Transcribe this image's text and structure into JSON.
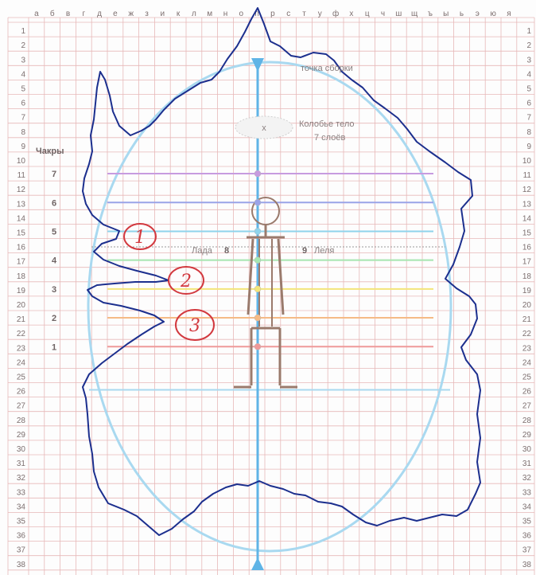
{
  "columns": [
    "а",
    "б",
    "в",
    "г",
    "д",
    "е",
    "ж",
    "з",
    "и",
    "к",
    "л",
    "м",
    "н",
    "о",
    "п",
    "р",
    "с",
    "т",
    "у",
    "ф",
    "х",
    "ц",
    "ч",
    "ш",
    "щ",
    "ъ",
    "ы",
    "ь",
    "э",
    "ю",
    "я"
  ],
  "rows": [
    "1",
    "2",
    "3",
    "4",
    "5",
    "6",
    "7",
    "8",
    "9",
    "10",
    "11",
    "12",
    "13",
    "14",
    "15",
    "16",
    "17",
    "18",
    "19",
    "20",
    "21",
    "22",
    "23",
    "24",
    "25",
    "26",
    "27",
    "28",
    "29",
    "30",
    "31",
    "32",
    "33",
    "34",
    "35",
    "36",
    "37",
    "38"
  ],
  "labels": {
    "assembly_point": "точка сборки",
    "cocoon_body": "Колобье тело",
    "layers": "7 слоёв",
    "chakras_header": "Чакры",
    "lada": "Лада",
    "lada_num": "8",
    "lelya_num": "9",
    "lelya": "Леля",
    "cocoon_mark": "x"
  },
  "chakras": [
    {
      "num": "7",
      "color": "#c79be0"
    },
    {
      "num": "6",
      "color": "#9aa3e8"
    },
    {
      "num": "5",
      "color": "#8fd4ec"
    },
    {
      "num": "4",
      "color": "#a6e6b0"
    },
    {
      "num": "3",
      "color": "#f3e57a"
    },
    {
      "num": "2",
      "color": "#f5bb86"
    },
    {
      "num": "1",
      "color": "#ef9a9a"
    }
  ],
  "annotations": [
    "1",
    "2",
    "3"
  ],
  "colors": {
    "grid": "#e7b8b8",
    "axis": "#5fb4e6",
    "oval": "#a9d9f0",
    "figure": "#9a7a6c",
    "aura": "#1c2f8e",
    "marker": "#d2383e"
  }
}
